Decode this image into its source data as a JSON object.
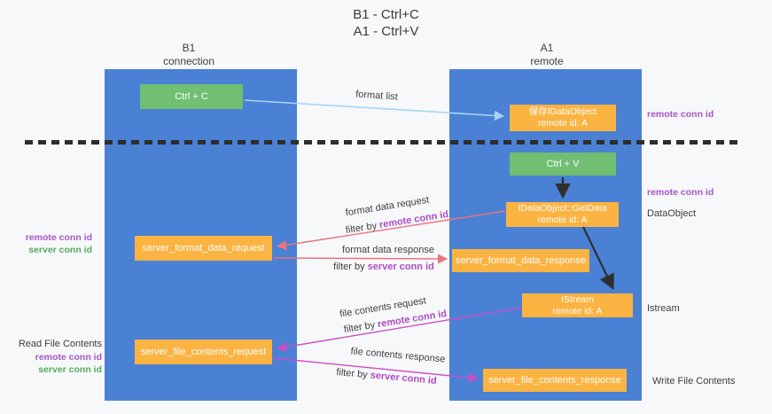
{
  "title": {
    "line1": "B1 - Ctrl+C",
    "line2": "A1 - Ctrl+V"
  },
  "lanes": {
    "left": {
      "title": "B1",
      "subtitle": "connection"
    },
    "right": {
      "title": "A1",
      "subtitle": "remote"
    }
  },
  "boxes": {
    "ctrl_c": "Ctrl + C",
    "ctrl_v": "Ctrl + V",
    "save_dataobject": {
      "line1": "保存IDataObject",
      "line2": "remote id: A"
    },
    "getdata": {
      "line1": "IDataObject::GetData",
      "line2": "remote id: A"
    },
    "istream": {
      "line1": "IStream",
      "line2": "remote id: A"
    },
    "format_request": "server_format_data_request",
    "format_response": "server_format_data_response",
    "file_request": "server_file_contents_request",
    "file_response": "server_file_contents_response"
  },
  "left_labels": {
    "remote_conn": "remote conn id",
    "server_conn": "server conn id",
    "read_file": "Read File Contents",
    "remote_conn2": "remote conn id",
    "server_conn2": "server conn id"
  },
  "right_labels": {
    "remote_conn_top": "remote conn id",
    "remote_conn_mid": "remote conn id",
    "dataobject": "DataObject",
    "istream": "Istream",
    "write_file": "Write File Contents"
  },
  "arrow_labels": {
    "format_list": "format list",
    "format_data_request": "format data request",
    "filter_remote_1": {
      "prefix": "filter by ",
      "value": "remote conn id"
    },
    "format_data_response": "format data response",
    "filter_server_1": {
      "prefix": "filter by ",
      "value": "server conn id"
    },
    "file_contents_request": "file contents request",
    "filter_remote_2": {
      "prefix": "filter by ",
      "value": "remote conn id"
    },
    "file_contents_response": "file contents response",
    "filter_server_2": {
      "prefix": "filter by ",
      "value": "server conn id"
    }
  },
  "colors": {
    "lane_blue": "#4a81d4",
    "box_orange": "#fbb342",
    "box_green": "#70bf73",
    "arrow_salmon": "#e97480",
    "arrow_magenta": "#c750c7",
    "arrow_light_blue": "#a9d4f3",
    "arrow_black": "#2f2f2f",
    "label_purple": "#a855c8",
    "label_green": "#55ab5e",
    "text_dark": "#3d3d3d",
    "background": "#f7f8f9"
  }
}
